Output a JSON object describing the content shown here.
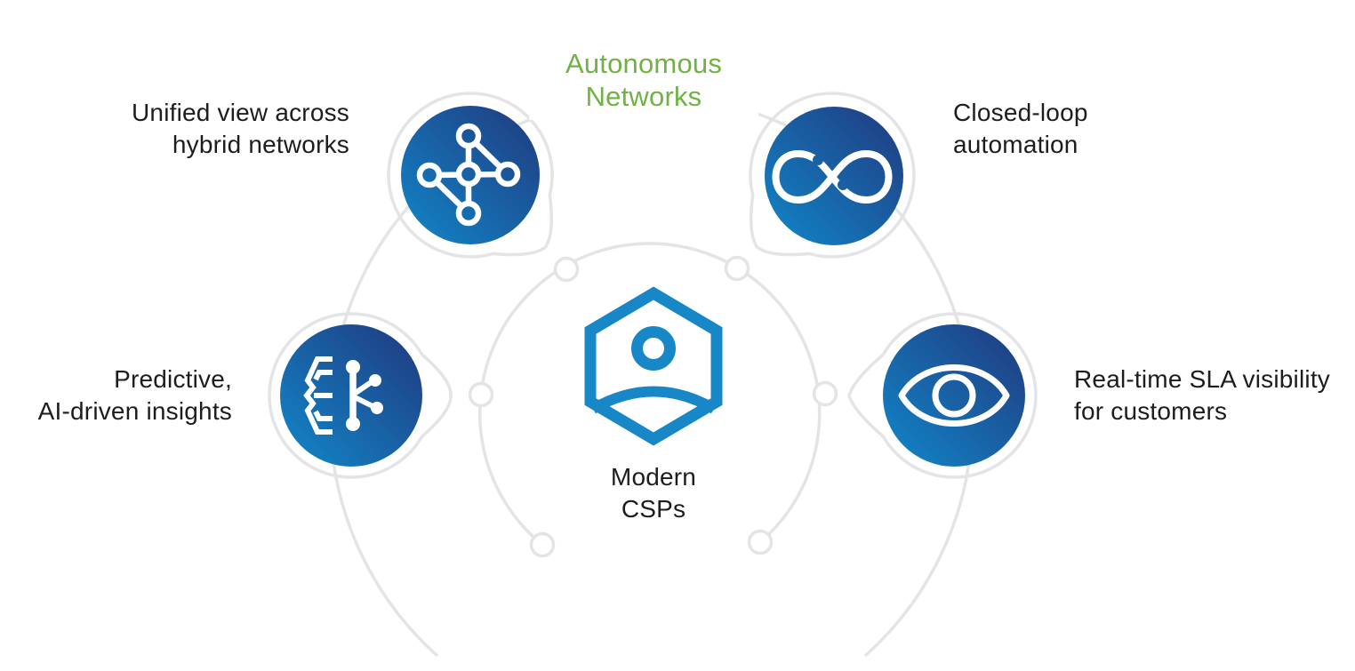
{
  "diagram": {
    "title": {
      "lines": [
        "Autonomous",
        "Networks"
      ],
      "color": "#71b244"
    },
    "center": {
      "icon": "person-hexagon-icon",
      "label_lines": [
        "Modern",
        "CSPs"
      ],
      "accent_color": "#1787c8"
    },
    "satellites": [
      {
        "id": "unified-view",
        "position": "top-left",
        "icon": "network-graph-icon",
        "label_lines": [
          "Unified view across",
          "hybrid networks"
        ]
      },
      {
        "id": "closed-loop",
        "position": "top-right",
        "icon": "infinity-icon",
        "label_lines": [
          "Closed-loop",
          "automation"
        ]
      },
      {
        "id": "predictive-ai",
        "position": "left",
        "icon": "ai-brain-icon",
        "label_lines": [
          "Predictive,",
          "AI-driven insights"
        ]
      },
      {
        "id": "sla-visibility",
        "position": "right",
        "icon": "eye-icon",
        "label_lines": [
          "Real-time SLA visibility",
          "for customers"
        ]
      }
    ],
    "colors": {
      "bubble_gradient_start": "#1187c9",
      "bubble_gradient_end": "#21397e",
      "structure_gray": "#e4e4e6",
      "text": "#1d1d1b",
      "title_green": "#71b244",
      "center_blue": "#1787c8"
    }
  }
}
